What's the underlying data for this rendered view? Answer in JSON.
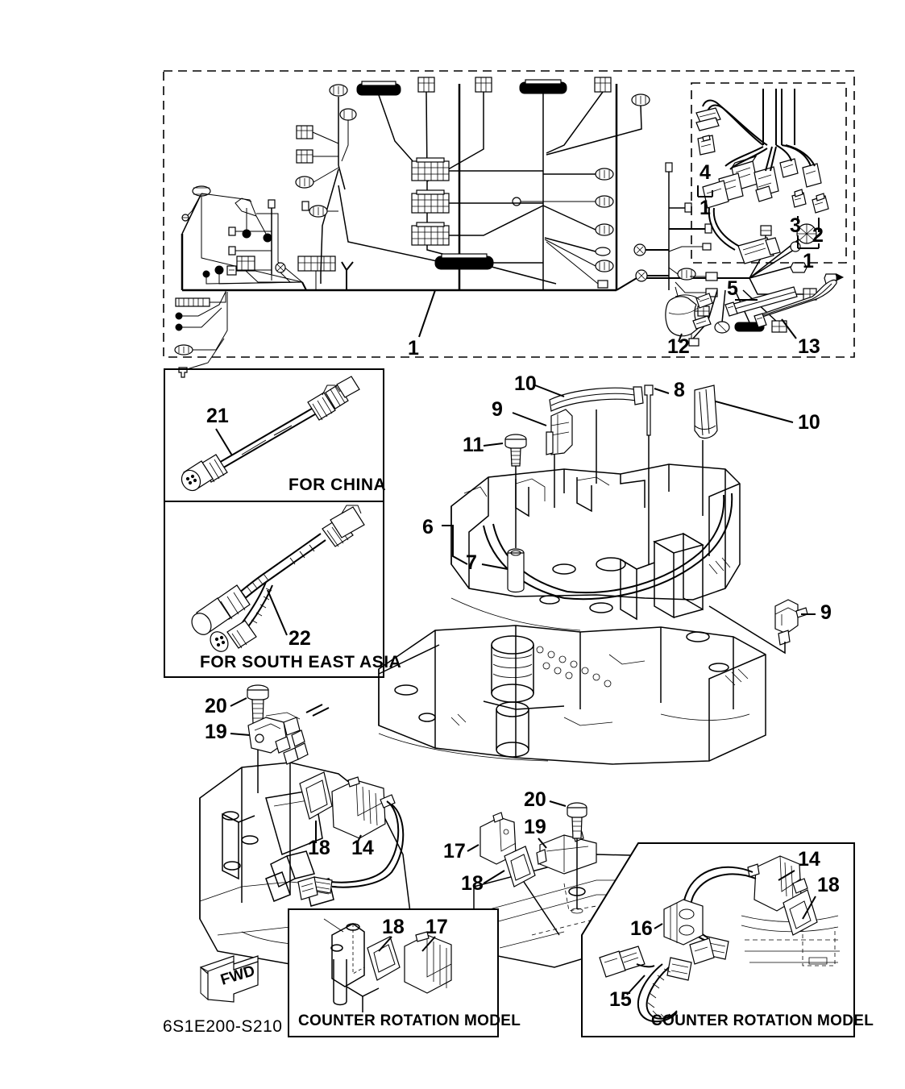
{
  "document": {
    "type": "parts-diagram",
    "drawing_number": "6S1E200-S210",
    "orientation_marker": "FWD"
  },
  "panels": {
    "harness_assembly": {
      "name": "main-wire-harness-panel",
      "border": "dashed",
      "callouts": [
        "1"
      ]
    },
    "connector_subassembly": {
      "name": "connector-subassembly-panel",
      "border": "dashed",
      "callouts": [
        "4",
        "1",
        "3",
        "2",
        "1"
      ]
    },
    "fasteners_group": {
      "name": "clamp-and-tie-group",
      "callouts": [
        "12",
        "5",
        "13"
      ]
    },
    "for_china": {
      "title": "FOR CHINA",
      "callouts": [
        "21"
      ]
    },
    "for_south_east_asia": {
      "title": "FOR SOUTH EAST ASIA",
      "callouts": [
        "22"
      ]
    },
    "bracket_assembly": {
      "name": "engine-bracket-assembly",
      "callouts": [
        "10",
        "8",
        "10",
        "9",
        "11",
        "6",
        "7",
        "9"
      ]
    },
    "lower_left_assembly": {
      "name": "lower-left-assembly",
      "callouts": [
        "20",
        "19",
        "18",
        "14"
      ]
    },
    "lower_center_assembly": {
      "name": "lower-center-assembly",
      "callouts": [
        "17",
        "18",
        "19",
        "20"
      ]
    },
    "counter_rotation_left": {
      "title": "COUNTER ROTATION MODEL",
      "callouts": [
        "18",
        "17"
      ]
    },
    "counter_rotation_right": {
      "title": "COUNTER ROTATION MODEL",
      "callouts": [
        "14",
        "18",
        "16",
        "15"
      ]
    }
  },
  "callouts": {
    "c1a": "1",
    "c1b": "1",
    "c1c": "1",
    "c2": "2",
    "c3": "3",
    "c4": "4",
    "c5": "5",
    "c6": "6",
    "c7": "7",
    "c8": "8",
    "c9a": "9",
    "c9b": "9",
    "c10a": "10",
    "c10b": "10",
    "c11": "11",
    "c12": "12",
    "c13": "13",
    "c14a": "14",
    "c14b": "14",
    "c15": "15",
    "c16": "16",
    "c17a": "17",
    "c17b": "17",
    "c18a": "18",
    "c18b": "18",
    "c18c": "18",
    "c18d": "18",
    "c19a": "19",
    "c19b": "19",
    "c20a": "20",
    "c20b": "20",
    "c21": "21",
    "c22": "22"
  },
  "labels": {
    "for_china": "FOR CHINA",
    "for_south_east_asia": "FOR SOUTH EAST ASIA",
    "counter_rotation_left": "COUNTER ROTATION MODEL",
    "counter_rotation_right": "COUNTER ROTATION MODEL",
    "drawing_number": "6S1E200-S210",
    "fwd": "FWD"
  },
  "colors": {
    "line": "#000000",
    "background": "#ffffff"
  }
}
